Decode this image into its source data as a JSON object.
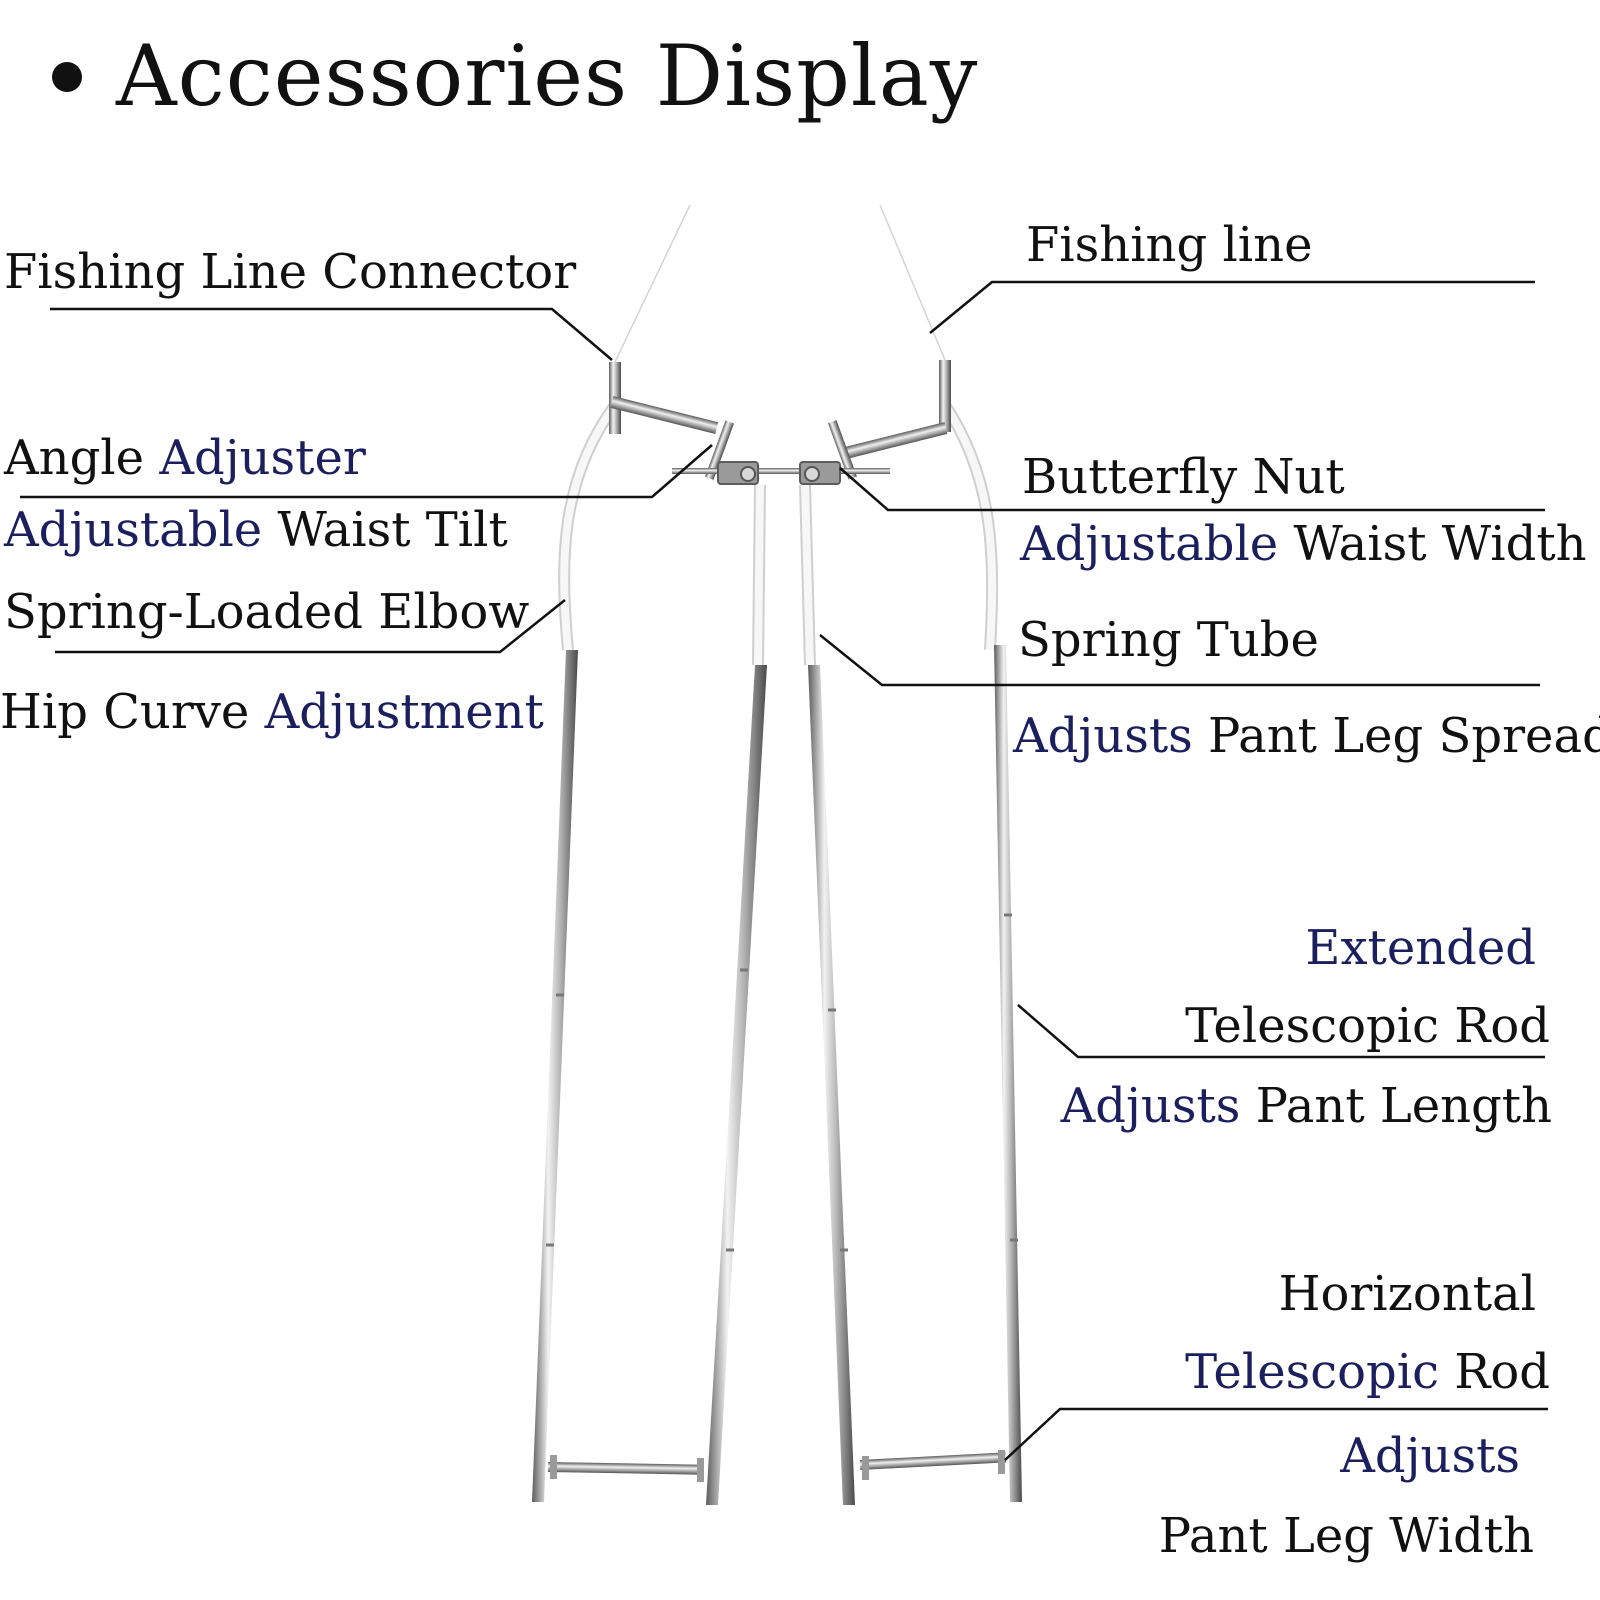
{
  "title": "Accessories Display",
  "labels": {
    "fishing_line_connector": "Fishing Line Connector",
    "angle_adjuster_a": "Angle ",
    "angle_adjuster_b": "Adjuster",
    "waist_tilt_a": "Adjustable",
    "waist_tilt_b": " Waist Tilt",
    "spring_loaded_elbow": "Spring-Loaded Elbow",
    "hip_curve_a": "Hip Curve ",
    "hip_curve_b": "Adjustment",
    "fishing_line": "Fishing line",
    "butterfly_nut": "Butterfly Nut",
    "waist_width_a": "Adjustable",
    "waist_width_b": " Waist Width",
    "spring_tube": "Spring Tube",
    "leg_spread_a": "Adjusts",
    "leg_spread_b": " Pant Leg Spread",
    "extended": "Extended",
    "telescopic_rod": "Telescopic Rod",
    "pant_length_a": "Adjusts",
    "pant_length_b": " Pant Length",
    "horizontal": "Horizontal",
    "horiz_rod_a": "Telescopic",
    "horiz_rod_b": " Rod",
    "adjusts": "Adjusts",
    "pant_leg_width": "Pant Leg Width"
  },
  "colors": {
    "text": "#111111",
    "highlight": "#1b1f5e",
    "metal_light": "#e6e6e6",
    "metal_dark": "#6a6a6a"
  }
}
